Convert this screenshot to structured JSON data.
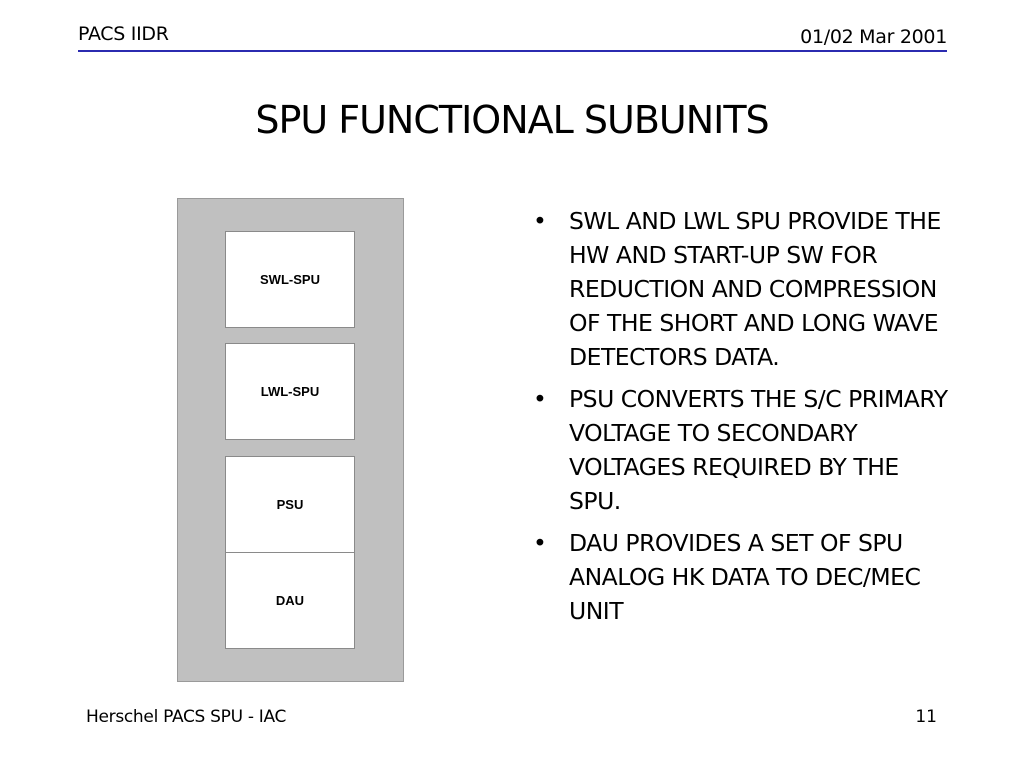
{
  "header": {
    "left_text": "PACS IIDR",
    "right_text": "01/02 Mar 2001"
  },
  "slide": {
    "title": "SPU FUNCTIONAL SUBUNITS",
    "diagram": {
      "units": [
        "SWL-SPU",
        "LWL-SPU",
        "PSU",
        "DAU"
      ]
    },
    "bullets": [
      "SWL AND LWL SPU PROVIDE THE HW AND START-UP SW FOR REDUCTION AND COMPRESSION OF THE SHORT AND LONG WAVE DETECTORS DATA.",
      "PSU CONVERTS THE S/C PRIMARY VOLTAGE TO SECONDARY VOLTAGES REQUIRED BY THE SPU.",
      "DAU PROVIDES A SET OF SPU ANALOG HK DATA TO DEC/MEC UNIT"
    ],
    "bullet_symbol": "•"
  },
  "footer": {
    "left_text": "Herschel PACS SPU - IAC",
    "page_number": "11"
  },
  "colors": {
    "header_rule": "#2b2bb0",
    "frame_fill": "#c0c0c0"
  }
}
